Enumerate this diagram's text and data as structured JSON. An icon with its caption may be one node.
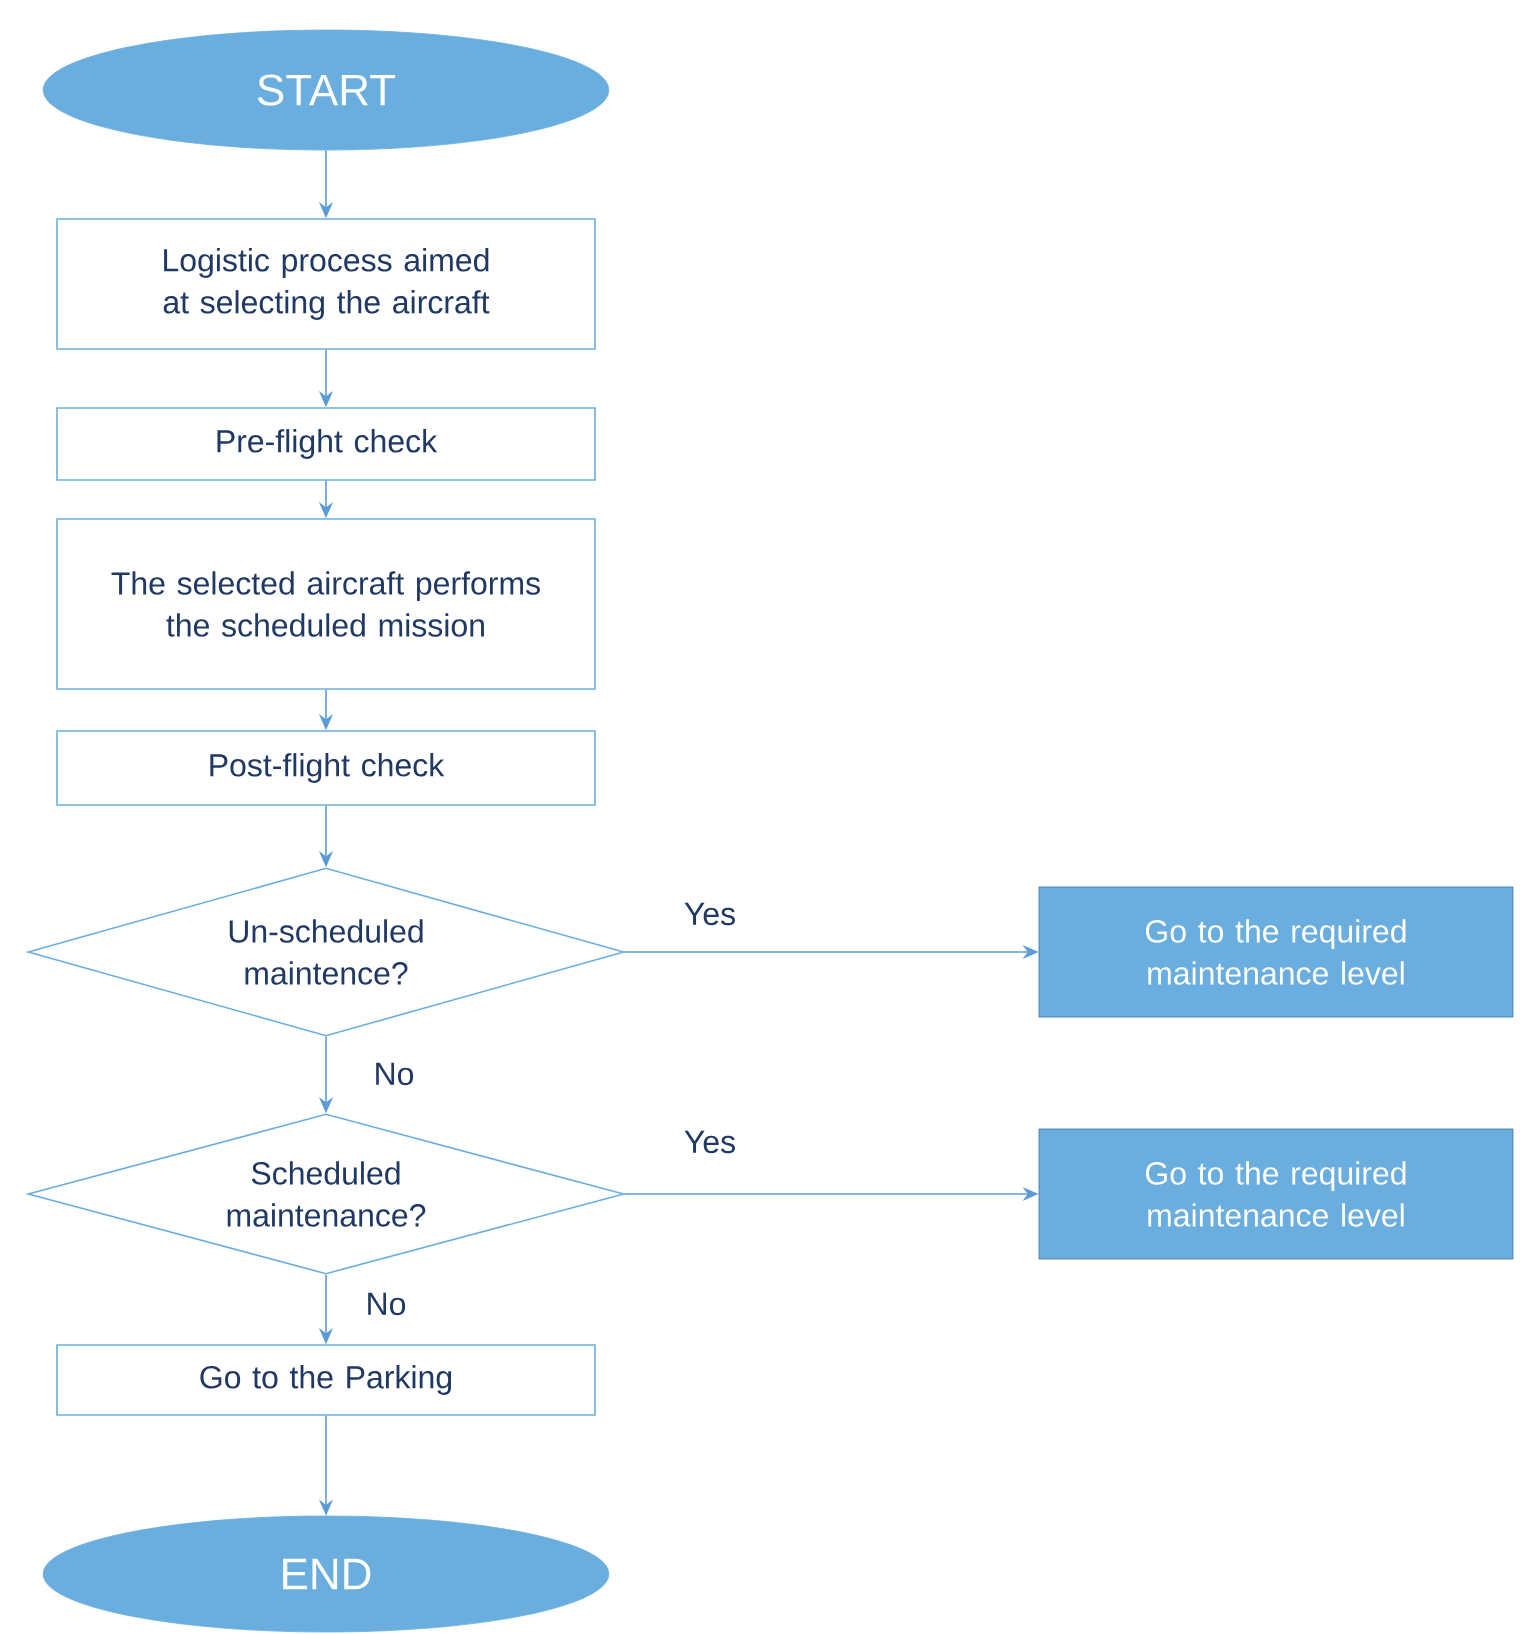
{
  "diagram": {
    "nodes": [
      {
        "text": [
          "START"
        ]
      },
      {
        "text": [
          "Logistic process aimed at selecting the aircraft"
        ]
      },
      {
        "text": [
          "Pre-flight check"
        ]
      },
      {
        "text": [
          "The selected aircraft performs the scheduled mission"
        ]
      },
      {
        "text": [
          "Post-flight check"
        ]
      },
      {
        "text": [
          "Un-scheduled maintence?"
        ]
      },
      {
        "text": [
          "Go to the required maintenance level"
        ]
      },
      {
        "text": [
          "Scheduled maintenance?"
        ]
      },
      {
        "text": [
          "Go to the required maintenance level"
        ]
      },
      {
        "text": [
          "Go to the Parking"
        ]
      },
      {
        "text": [
          "END"
        ]
      }
    ],
    "edges": [
      {
        "from": 0,
        "to": 1,
        "arrow": "to"
      },
      {
        "from": 1,
        "to": 2,
        "arrow": "to"
      },
      {
        "from": 2,
        "to": 3,
        "arrow": "to"
      },
      {
        "from": 3,
        "to": 4,
        "arrow": "to"
      },
      {
        "from": 4,
        "to": 5,
        "arrow": "to"
      },
      {
        "from": 5,
        "to": 6,
        "arrow": "to",
        "label": "Yes"
      },
      {
        "from": 5,
        "to": 7,
        "arrow": "to",
        "label": "No"
      },
      {
        "from": 7,
        "to": 8,
        "arrow": "to",
        "label": "Yes"
      },
      {
        "from": 7,
        "to": 9,
        "arrow": "to",
        "label": "No"
      },
      {
        "from": 9,
        "to": 10,
        "arrow": "to"
      }
    ]
  }
}
